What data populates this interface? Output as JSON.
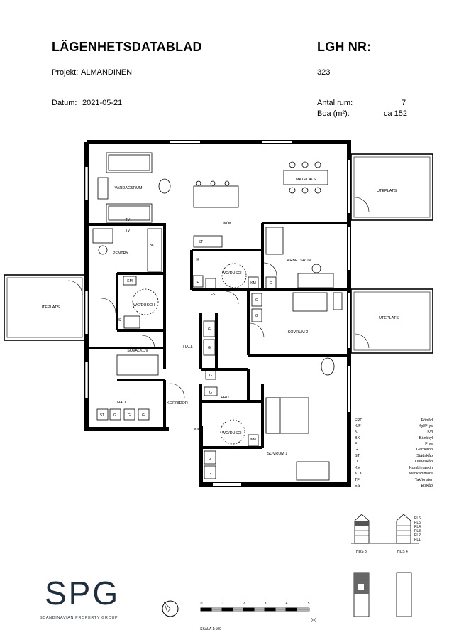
{
  "header": {
    "title": "LÄGENHETSDATABLAD",
    "apartment_label": "LGH NR:",
    "project_label": "Projekt:",
    "project_value": "ALMANDINEN",
    "apartment_number": "323",
    "date_label": "Datum:",
    "date_value": "2021-05-21",
    "rooms_label": "Antal rum:",
    "rooms_value": "7",
    "area_label": "Boa (m²):",
    "area_value": "ca 152"
  },
  "rooms": {
    "vardagsrum": "VARDAGSRUM",
    "matplats": "MATPLATS",
    "kok": "KÖK",
    "uteplats_right_top": "UTEPLATS",
    "uteplats_left": "UTEPLATS",
    "uteplats_right_mid": "UTEPLATS",
    "pentry": "PENTRY",
    "arbetsrum": "ARBETSRUM",
    "wc_dusch_1": "WC/DUSCH",
    "wc_dusch_2": "WC/DUSCH",
    "wc_dusch_3": "WC/DUSCH",
    "sovrum2": "SOVRUM 2",
    "hall_center": "HALL",
    "sovalkov": "SOVALKOV",
    "hall_left": "HALL",
    "korridor": "KORRIDOR",
    "frd": "FRD",
    "sovrum1": "SOVRUM 1"
  },
  "fixtures": {
    "tv1": "TV",
    "tv2": "TV",
    "bk": "BK",
    "k1": "K",
    "f1": "F",
    "km1": "KM",
    "km2": "KM",
    "km3": "KM",
    "es1": "ES",
    "es2": "ES",
    "g1": "G",
    "g2": "G",
    "g3": "G",
    "g4": "G",
    "g5": "G",
    "g6": "G",
    "g7": "G",
    "g8": "G",
    "g9": "G",
    "g10": "G",
    "g11": "G",
    "g12": "G",
    "st1": "ST",
    "st2": "ST",
    "kf": "K/F"
  },
  "legend": [
    {
      "code": "FRD",
      "desc": "Förråd"
    },
    {
      "code": "K/F",
      "desc": "Kyl/Frys"
    },
    {
      "code": "K",
      "desc": "Kyl"
    },
    {
      "code": "BK",
      "desc": "Bänkkyl"
    },
    {
      "code": "F",
      "desc": "Frys"
    },
    {
      "code": "G",
      "desc": "Garderob"
    },
    {
      "code": "ST",
      "desc": "Städskåp"
    },
    {
      "code": "LI",
      "desc": "Linneskåp"
    },
    {
      "code": "KM",
      "desc": "Kombimaskin"
    },
    {
      "code": "KLK",
      "desc": "Klädkammare"
    },
    {
      "code": "TF",
      "desc": "Takfönster"
    },
    {
      "code": "ES",
      "desc": "Elskåp"
    }
  ],
  "elevation": {
    "floors": [
      "PL6",
      "PL5",
      "PL4",
      "PL3",
      "PL2",
      "PL1"
    ],
    "house3": "HUS 3",
    "house4": "HUS 4"
  },
  "scale": {
    "ticks": [
      "0",
      "1",
      "2",
      "3",
      "4",
      "5"
    ],
    "unit": "(m)",
    "label": "SKALA 1:100"
  },
  "logo": {
    "mark": "SPG",
    "tagline": "SCANDINAVIAN PROPERTY GROUP"
  },
  "icons": {
    "compass": "north-arrow-icon",
    "logo": "spg-logo-icon"
  }
}
